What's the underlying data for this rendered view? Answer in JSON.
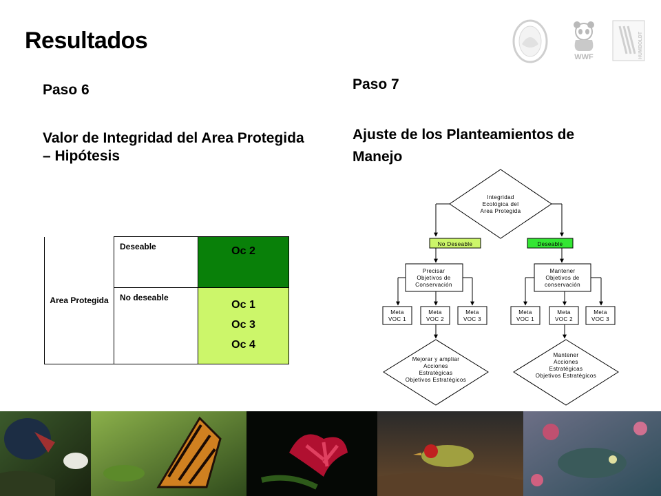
{
  "slide": {
    "title": "Resultados",
    "paso6": {
      "label": "Paso 6",
      "heading": "Valor de Integridad del  Area Protegida – Hipótesis"
    },
    "paso7": {
      "label": "Paso 7",
      "heading": "Ajuste de los Planteamientos de Manejo"
    }
  },
  "logos": {
    "wwf": "WWF",
    "humboldt": "HUMBOLDT"
  },
  "table": {
    "row_header": "Area Protegida",
    "rows": [
      {
        "label": "Deseable",
        "values": [
          "Oc 2"
        ],
        "color": "#098009"
      },
      {
        "label": "No deseable",
        "values": [
          "Oc 1",
          "Oc 3",
          "Oc 4"
        ],
        "color": "#ccf66a"
      }
    ]
  },
  "flowchart": {
    "root": [
      "Integridad",
      "Ecológica del",
      "Area Protegida"
    ],
    "branches": [
      {
        "label": "No Deseable",
        "label_color": "#ccf66a",
        "box": [
          "Precisar",
          "Objetivos de",
          "Conservación"
        ],
        "metas": [
          [
            "Meta",
            "VOC 1"
          ],
          [
            "Meta",
            "VOC 2"
          ],
          [
            "Meta",
            "VOC 3"
          ]
        ],
        "decision": [
          "Mejorar y ampliar",
          "Acciones",
          "Estratégicas",
          "Objetivos Estratégicos"
        ]
      },
      {
        "label": "Deseable",
        "label_color": "#33e633",
        "box": [
          "Mantener",
          "Objetivos de",
          "conservación"
        ],
        "metas": [
          [
            "Meta",
            "VOC 1"
          ],
          [
            "Meta",
            "VOC 2"
          ],
          [
            "Meta",
            "VOC 3"
          ]
        ],
        "decision": [
          "Mantener",
          "Acciones",
          "Estratégicas",
          "Objetivos Estratégicos"
        ]
      }
    ]
  }
}
